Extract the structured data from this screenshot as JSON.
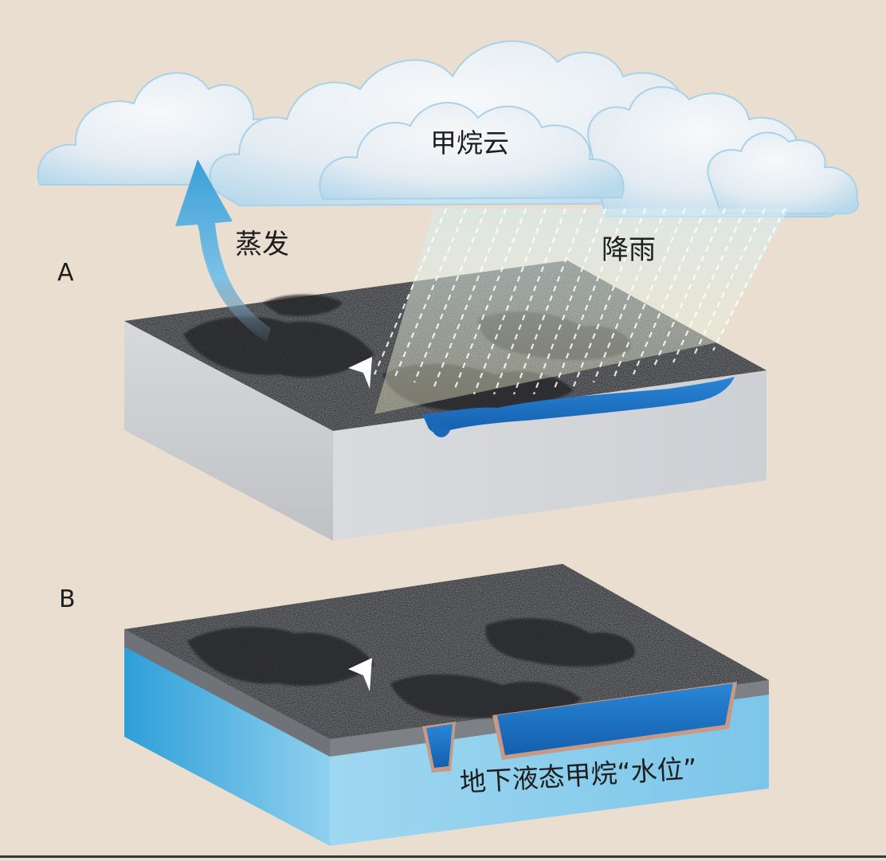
{
  "labels": {
    "panel_a": "A",
    "panel_b": "B",
    "cloud": "甲烷云",
    "evaporation": "蒸发",
    "rain": "降雨",
    "underground_level": "地下液态甲烷“水位”"
  },
  "colors": {
    "background": "#e9ded0",
    "cloud_light": "#f2f5f8",
    "cloud_blue": "#b9dbee",
    "block_side_gray": "#c9cbcf",
    "block_side_blue": "#5ab9e6",
    "lake_blue": "#1f72c6",
    "terrain_dark": "#2f3133",
    "arrow_blue": "#3b9fd8"
  },
  "icons": [
    "evaporation-arrow-icon",
    "rain-streaks-icon",
    "marker-arrowhead-icon"
  ]
}
